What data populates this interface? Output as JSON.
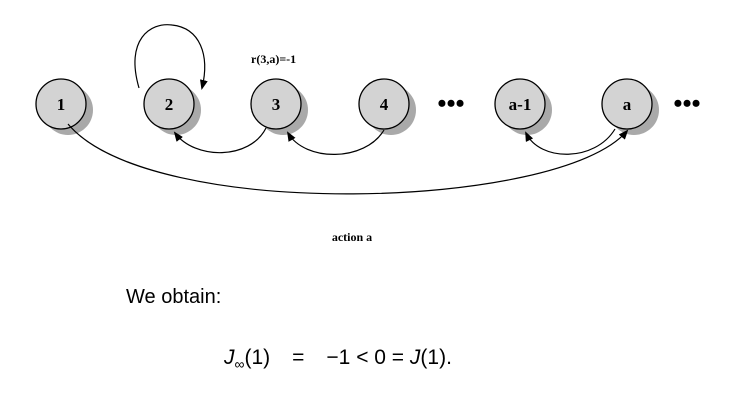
{
  "diagram": {
    "nodes": [
      "1",
      "2",
      "3",
      "4",
      "a-1",
      "a"
    ],
    "ellipsis": "•••",
    "reward_label": "r(3,a)=-1",
    "action_label": "action a"
  },
  "text": {
    "intro": "We obtain:",
    "equation": {
      "lhs_var": "J",
      "lhs_sub": "∞",
      "lhs_arg": "(1)",
      "op": "=",
      "rhs": "−1 < 0 = ",
      "rhs_var": "J",
      "rhs_arg": "(1)."
    }
  },
  "colors": {
    "node_fill": "#d3d3d3",
    "node_shadow": "#a9a9a9",
    "stroke": "#000000"
  }
}
